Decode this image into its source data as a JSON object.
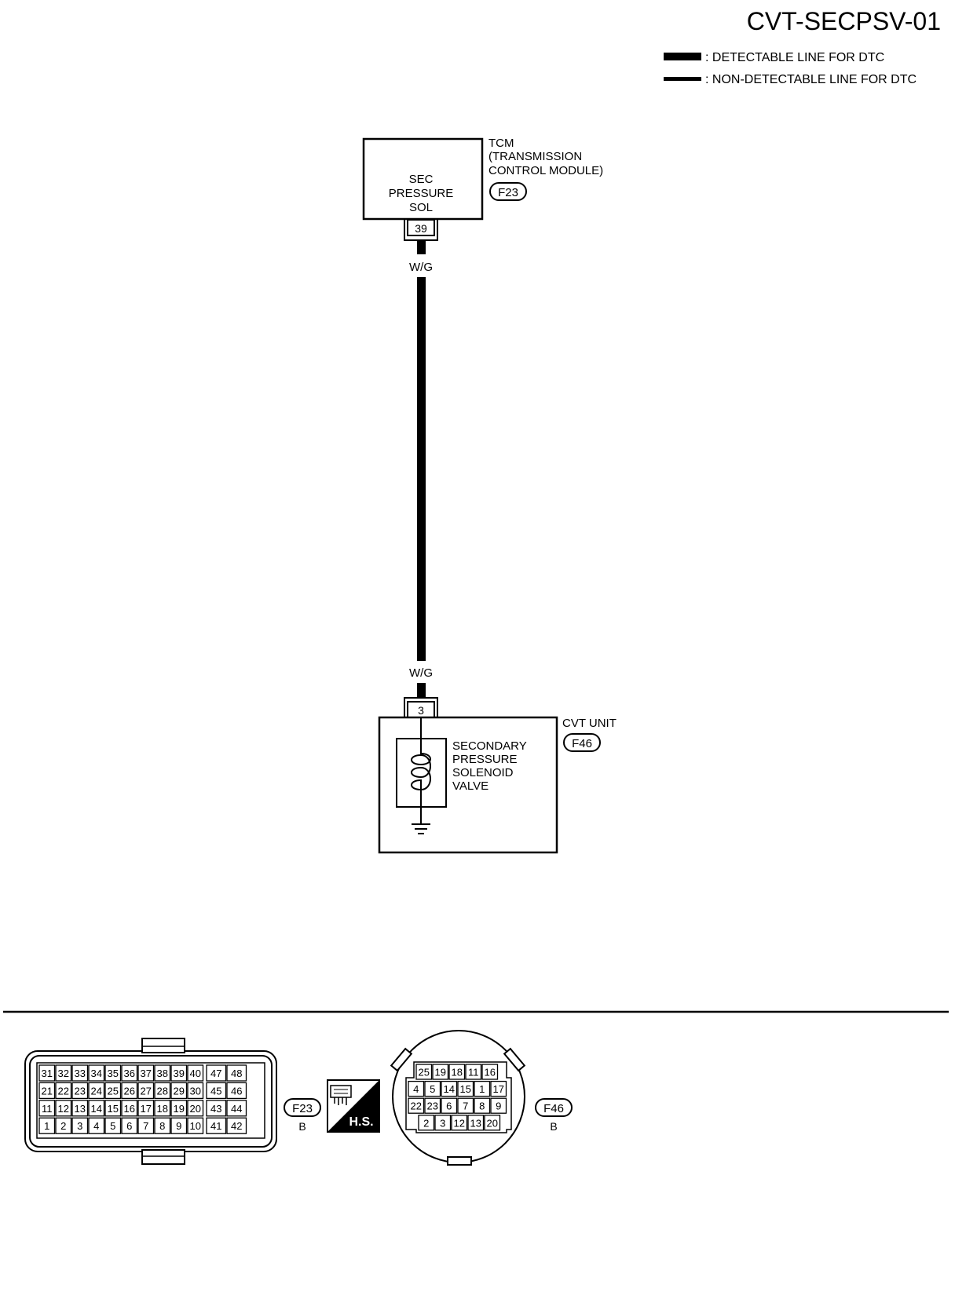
{
  "title": "CVT-SECPSV-01",
  "legend": {
    "detectable": ": DETECTABLE LINE FOR DTC",
    "non_detectable": ": NON-DETECTABLE LINE FOR DTC"
  },
  "tcm": {
    "name": "TCM",
    "full_name_1": "(TRANSMISSION",
    "full_name_2": "CONTROL MODULE)",
    "connector": "F23",
    "function_1": "SEC",
    "function_2": "PRESSURE",
    "function_3": "SOL",
    "terminal": "39"
  },
  "wire": {
    "color_top": "W/G",
    "color_bottom": "W/G"
  },
  "cvt_unit": {
    "name": "CVT UNIT",
    "connector": "F46",
    "terminal": "3",
    "component_1": "SECONDARY",
    "component_2": "PRESSURE",
    "component_3": "SOLENOID",
    "component_4": "VALVE"
  },
  "connector_f23": {
    "id": "F23",
    "color": "B",
    "rows": [
      [
        "31",
        "32",
        "33",
        "34",
        "35",
        "36",
        "37",
        "38",
        "39",
        "40",
        "47",
        "48"
      ],
      [
        "21",
        "22",
        "23",
        "24",
        "25",
        "26",
        "27",
        "28",
        "29",
        "30",
        "45",
        "46"
      ],
      [
        "11",
        "12",
        "13",
        "14",
        "15",
        "16",
        "17",
        "18",
        "19",
        "20",
        "43",
        "44"
      ],
      [
        "1",
        "2",
        "3",
        "4",
        "5",
        "6",
        "7",
        "8",
        "9",
        "10",
        "41",
        "42"
      ]
    ]
  },
  "hs_symbol": {
    "label": "H.S."
  },
  "connector_f46": {
    "id": "F46",
    "color": "B",
    "rows": [
      [
        "25",
        "19",
        "18",
        "11",
        "16"
      ],
      [
        "4",
        "5",
        "14",
        "15",
        "1",
        "17"
      ],
      [
        "22",
        "23",
        "6",
        "7",
        "8",
        "9"
      ],
      [
        "2",
        "3",
        "12",
        "13",
        "20"
      ]
    ]
  }
}
